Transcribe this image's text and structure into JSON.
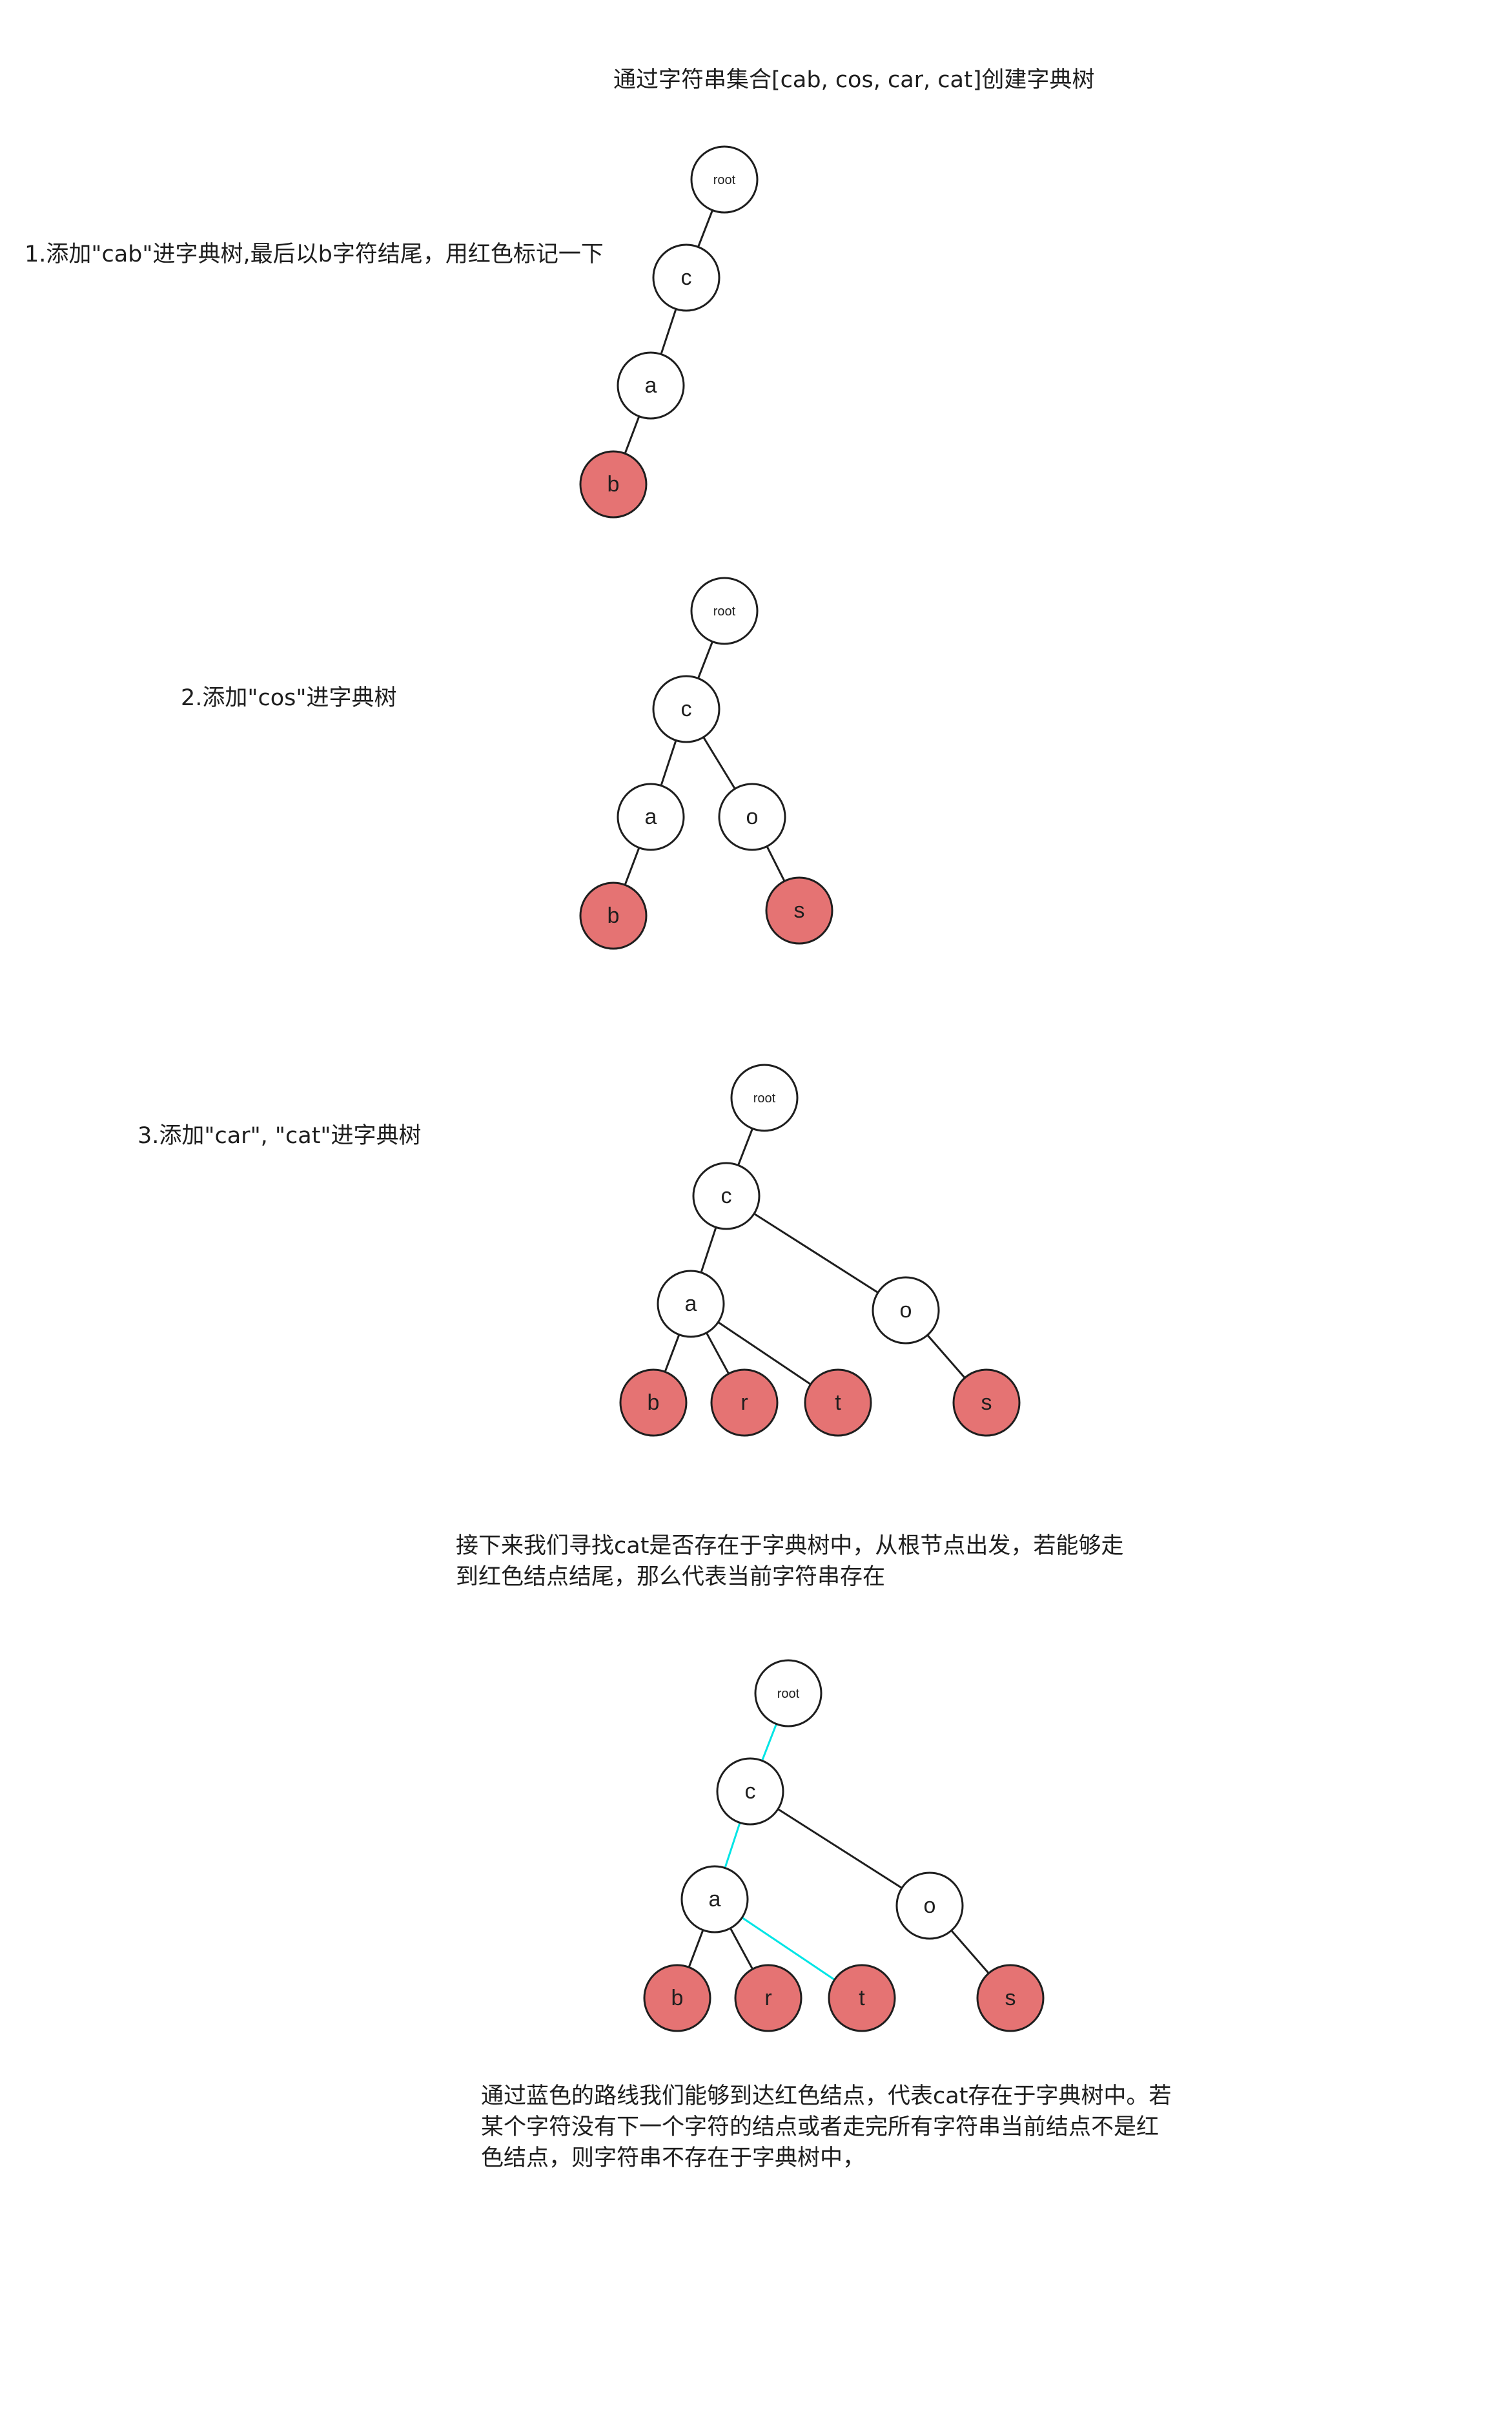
{
  "title": "通过字符串集合[cab, cos, car, cat]创建字典树",
  "steps": {
    "step1": "1.添加\"cab\"进字典树,最后以b字符结尾，用红色标记一下",
    "step2": "2.添加\"cos\"进字典树",
    "step3": "3.添加\"car\", \"cat\"进字典树",
    "search": "接下来我们寻找cat是否存在于字典树中，从根节点出发，若能够走到红色结点结尾，那么代表当前字符串存在",
    "conclusion": "通过蓝色的路线我们能够到达红色结点，代表cat存在于字典树中。若某个字符没有下一个字符的结点或者走完所有字符串当前结点不是红色结点，则字符串不存在于字典树中，"
  },
  "colors": {
    "end_node": "#e57373",
    "normal_node": "#ffffff",
    "stroke": "#1e1e1e",
    "search_path": "#00e5e5"
  },
  "trees": [
    {
      "id": "tree1",
      "nodes": [
        {
          "id": "root",
          "label": "root",
          "end": false
        },
        {
          "id": "c",
          "label": "c",
          "end": false
        },
        {
          "id": "a",
          "label": "a",
          "end": false
        },
        {
          "id": "b",
          "label": "b",
          "end": true
        }
      ],
      "edges": [
        [
          "root",
          "c"
        ],
        [
          "c",
          "a"
        ],
        [
          "a",
          "b"
        ]
      ]
    },
    {
      "id": "tree2",
      "nodes": [
        {
          "id": "root",
          "label": "root",
          "end": false
        },
        {
          "id": "c",
          "label": "c",
          "end": false
        },
        {
          "id": "a",
          "label": "a",
          "end": false
        },
        {
          "id": "o",
          "label": "o",
          "end": false
        },
        {
          "id": "b",
          "label": "b",
          "end": true
        },
        {
          "id": "s",
          "label": "s",
          "end": true
        }
      ],
      "edges": [
        [
          "root",
          "c"
        ],
        [
          "c",
          "a"
        ],
        [
          "c",
          "o"
        ],
        [
          "a",
          "b"
        ],
        [
          "o",
          "s"
        ]
      ]
    },
    {
      "id": "tree3",
      "nodes": [
        {
          "id": "root",
          "label": "root",
          "end": false
        },
        {
          "id": "c",
          "label": "c",
          "end": false
        },
        {
          "id": "a",
          "label": "a",
          "end": false
        },
        {
          "id": "o",
          "label": "o",
          "end": false
        },
        {
          "id": "b",
          "label": "b",
          "end": true
        },
        {
          "id": "r",
          "label": "r",
          "end": true
        },
        {
          "id": "t",
          "label": "t",
          "end": true
        },
        {
          "id": "s",
          "label": "s",
          "end": true
        }
      ],
      "edges": [
        [
          "root",
          "c"
        ],
        [
          "c",
          "a"
        ],
        [
          "c",
          "o"
        ],
        [
          "a",
          "b"
        ],
        [
          "a",
          "r"
        ],
        [
          "a",
          "t"
        ],
        [
          "o",
          "s"
        ]
      ]
    },
    {
      "id": "tree4",
      "nodes": [
        {
          "id": "root",
          "label": "root",
          "end": false
        },
        {
          "id": "c",
          "label": "c",
          "end": false
        },
        {
          "id": "a",
          "label": "a",
          "end": false
        },
        {
          "id": "o",
          "label": "o",
          "end": false
        },
        {
          "id": "b",
          "label": "b",
          "end": true
        },
        {
          "id": "r",
          "label": "r",
          "end": true
        },
        {
          "id": "t",
          "label": "t",
          "end": true
        },
        {
          "id": "s",
          "label": "s",
          "end": true
        }
      ],
      "edges": [
        [
          "root",
          "c"
        ],
        [
          "c",
          "a"
        ],
        [
          "c",
          "o"
        ],
        [
          "a",
          "b"
        ],
        [
          "a",
          "r"
        ],
        [
          "a",
          "t"
        ],
        [
          "o",
          "s"
        ]
      ],
      "highlighted_path": [
        "root",
        "c",
        "a",
        "t"
      ]
    }
  ]
}
